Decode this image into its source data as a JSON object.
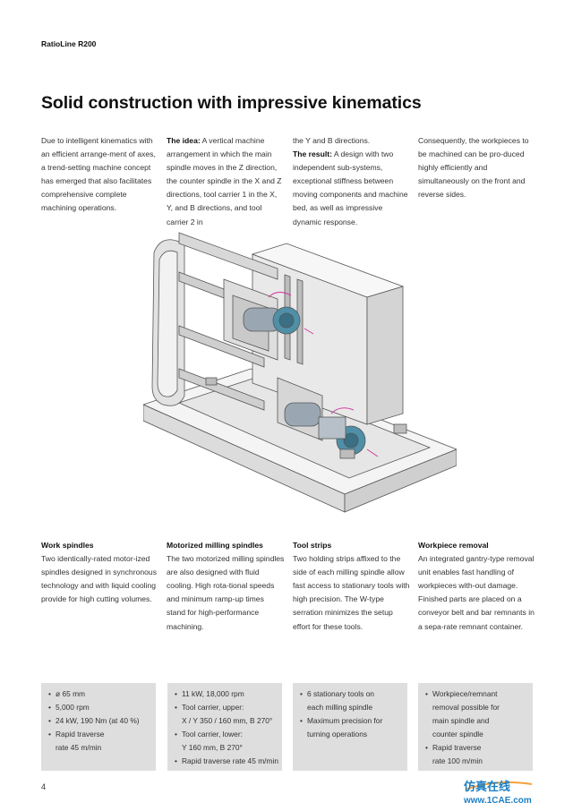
{
  "header": {
    "product": "RatioLine R200"
  },
  "title": "Solid construction with impressive kinematics",
  "intro": {
    "col1": "Due to intelligent kinematics with an efficient arrange-ment of axes, a trend-setting machine concept has emerged that also facilitates comprehensive complete machining operations.",
    "col2_lead": "The idea:",
    "col2": " A vertical machine arrangement in which the main spindle moves in the Z direction, the counter spindle in the X and Z directions, tool carrier 1 in the X, Y, and B directions, and tool carrier 2 in",
    "col3_pre": "the Y and B directions.",
    "col3_lead": "The result:",
    "col3": " A design with two independent sub-systems, exceptional stiffness between moving components and machine bed, as well as impressive dynamic response.",
    "col4": "Consequently, the workpieces to be machined can be pro-duced highly efficiently and simultaneously on the front and reverse sides."
  },
  "features": [
    {
      "title": "Work spindles",
      "text": "Two identically-rated motor-ized spindles designed in synchronous technology and with liquid cooling provide for high cutting volumes."
    },
    {
      "title": "Motorized milling spindles",
      "text": "The two motorized milling spindles are also designed with fluid cooling. High rota-tional speeds and minimum ramp-up times stand for high-performance machining."
    },
    {
      "title": "Tool strips",
      "text": "Two holding strips affixed to the side of each milling spindle allow fast access to stationary tools with high precision. The W-type serration minimizes the setup effort for these tools."
    },
    {
      "title": "Workpiece removal",
      "text": "An integrated gantry-type removal unit enables fast handling of workpieces with-out damage. Finished parts are placed on a conveyor belt and bar remnants in a sepa-rate remnant container."
    }
  ],
  "specs": {
    "b1": [
      "ø 65 mm",
      "5,000 rpm",
      "24 kW, 190 Nm (at 40 %)",
      "Rapid traverse",
      "rate 45 m/min"
    ],
    "b2": [
      "11 kW, 18,000 rpm",
      "Tool carrier, upper:",
      "X / Y 350 / 160 mm, B 270°",
      "Tool carrier, lower:",
      "Y 160 mm, B 270°",
      "Rapid traverse rate 45 m/min"
    ],
    "b3": [
      "6 stationary tools on",
      "each milling spindle",
      "Maximum precision for",
      "turning operations"
    ],
    "b4": [
      "Workpiece/remnant",
      "removal possible for",
      "main spindle and",
      "counter spindle",
      "Rapid traverse",
      "rate 100 m/min"
    ]
  },
  "page_number": "4",
  "watermark": {
    "cn": "仿真在线",
    "url": "www.1CAE.com"
  }
}
